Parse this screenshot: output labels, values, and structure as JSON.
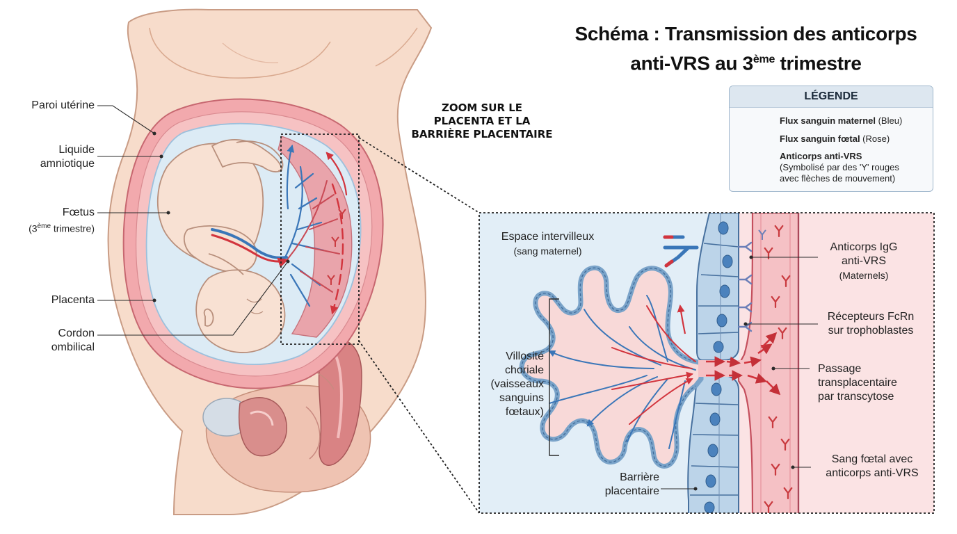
{
  "title": {
    "line1": "Schéma : Transmission des anticorps",
    "line2_pre": "anti-VRS au 3",
    "line2_sup": "ème",
    "line2_post": " trimestre"
  },
  "zoom_title": {
    "line1": "ZOOM SUR LE",
    "line2": "PLACENTA ET LA",
    "line3": "BARRIÈRE PLACENTAIRE"
  },
  "legend": {
    "heading": "LÉGENDE",
    "maternal_bold": "Flux sanguin maternel",
    "maternal_note": " (Bleu)",
    "fetal_bold": "Flux sanguin fœtal",
    "fetal_note": " (Rose)",
    "antibody_bold": "Anticorps anti-VRS",
    "antibody_line2": "(Symbolisé par des 'Y' rouges",
    "antibody_line3": "avec flèches de mouvement)"
  },
  "left_labels": {
    "uterine_wall": "Paroi utérine",
    "amniotic_1": "Liquide",
    "amniotic_2": "amniotique",
    "fetus_1": "Fœtus",
    "fetus_2_pre": "(3",
    "fetus_2_sup": "ème",
    "fetus_2_post": " trimestre)",
    "placenta": "Placenta",
    "cord_1": "Cordon",
    "cord_2": "ombilical"
  },
  "zoom_labels": {
    "intervillous_1": "Espace intervilleux",
    "intervillous_2": "(sang maternel)",
    "villus_1": "Villosité",
    "villus_2": "choriale",
    "villus_3": "(vaisseaux",
    "villus_4": "sanguins",
    "villus_5": "fœtaux)",
    "barrier_1": "Barrière",
    "barrier_2": "placentaire",
    "igg_1": "Anticorps IgG",
    "igg_2": "anti-VRS",
    "igg_3": "(Maternels)",
    "fcrn_1": "Récepteurs FcRn",
    "fcrn_2": "sur trophoblastes",
    "passage_1": "Passage",
    "passage_2": "transplacentaire",
    "passage_3": "par transcytose",
    "fetal_blood_1": "Sang fœtal avec",
    "fetal_blood_2": "anticorps anti-VRS"
  },
  "colors": {
    "maternal_blue": "#3a76b8",
    "fetal_pink": "#e2737d",
    "antibody_red": "#c93a3f",
    "skin": "#f7dccb",
    "amniotic": "#dcebf5",
    "zoom_maternal_bg": "#e2eef7",
    "zoom_fetal_bg": "#fbe3e4"
  },
  "icons": [
    "antibody-y-icon",
    "arrow-right-icon",
    "fcrn-receptor-icon"
  ]
}
